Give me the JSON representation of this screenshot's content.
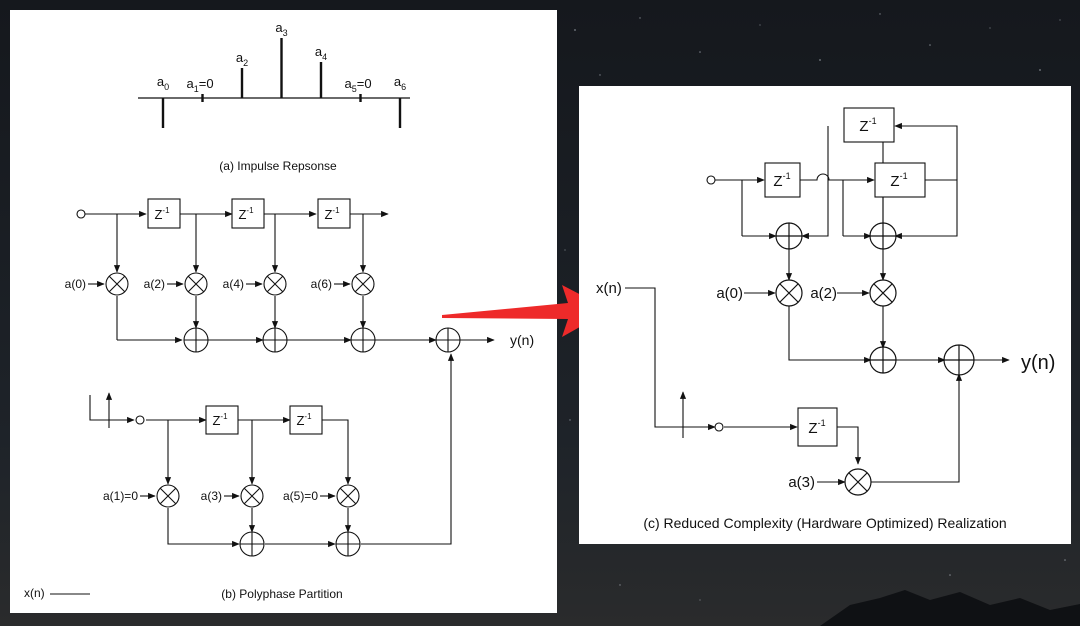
{
  "impulse": {
    "coefficients": [
      {
        "name": "a",
        "sub": "0",
        "suffix": "",
        "value": -1.0
      },
      {
        "name": "a",
        "sub": "1",
        "suffix": "=0",
        "value": 0
      },
      {
        "name": "a",
        "sub": "2",
        "suffix": "",
        "value": 1.0
      },
      {
        "name": "a",
        "sub": "3",
        "suffix": "",
        "value": 2.0
      },
      {
        "name": "a",
        "sub": "4",
        "suffix": "",
        "value": 1.2
      },
      {
        "name": "a",
        "sub": "5",
        "suffix": "=0",
        "value": 0
      },
      {
        "name": "a",
        "sub": "6",
        "suffix": "",
        "value": -1.0
      }
    ],
    "caption": "(a) Impulse Repsonse"
  },
  "delay_label": "Z",
  "delay_exp": "-1",
  "polyphase": {
    "top_coeffs": [
      "a(0)",
      "a(2)",
      "a(4)",
      "a(6)"
    ],
    "bottom_coeffs": [
      "a(1)=0",
      "a(3)",
      "a(5)=0"
    ],
    "output_label": "y(n)",
    "input_label": "x(n)",
    "caption": "(b) Polyphase Partition"
  },
  "reduced": {
    "input_label": "x(n)",
    "coeffs": [
      "a(0)",
      "a(2)",
      "a(3)"
    ],
    "output_label": "y(n)",
    "caption": "(c) Reduced Complexity (Hardware Optimized) Realization"
  },
  "colors": {
    "arrow": "#ee2a2a",
    "line": "#111111",
    "panel": "#ffffff"
  }
}
